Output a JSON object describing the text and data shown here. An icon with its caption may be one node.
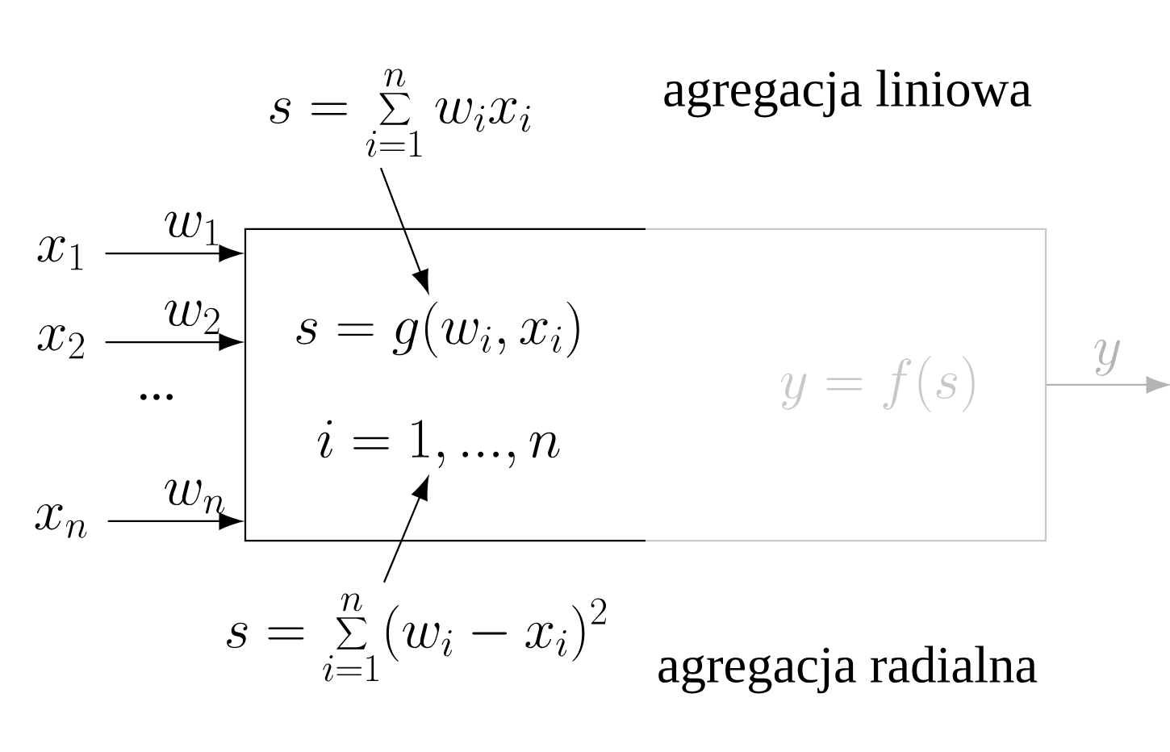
{
  "diagram": {
    "nodes": [
      {
        "text": [],
        "shape": "box"
      },
      {
        "text": [
          "s = g(w_i, x_i)",
          "i = 1, ..., n"
        ],
        "in": 0
      },
      {
        "text": [
          "y = f(s)"
        ]
      },
      {
        "text": [
          "x_1"
        ]
      },
      {
        "text": [
          "x_2"
        ]
      },
      {
        "text": [
          "x_n"
        ]
      },
      {
        "text": [
          "s = \\sum_{i=1}^{n} w_i x_i"
        ]
      },
      {
        "text": [
          "s = \\sum_{i=1}^{n} (w_i - x_i)^2"
        ]
      }
    ],
    "edges": [
      {
        "from": 3,
        "to": 0,
        "arrow": "to",
        "label": "w_1"
      },
      {
        "from": 4,
        "to": 0,
        "arrow": "to",
        "label": "w_2"
      },
      {
        "from": 5,
        "to": 0,
        "arrow": "to",
        "label": "w_n"
      },
      {
        "from": 6,
        "to": 1,
        "arrow": "to"
      },
      {
        "from": 7,
        "to": 1,
        "arrow": "to"
      },
      {
        "from": 2,
        "to": null,
        "arrow": "to",
        "label": "y",
        "color": "#b4b4b4"
      }
    ],
    "labels": [
      "agregacja liniowa",
      "...",
      "agregacja radialna"
    ]
  }
}
